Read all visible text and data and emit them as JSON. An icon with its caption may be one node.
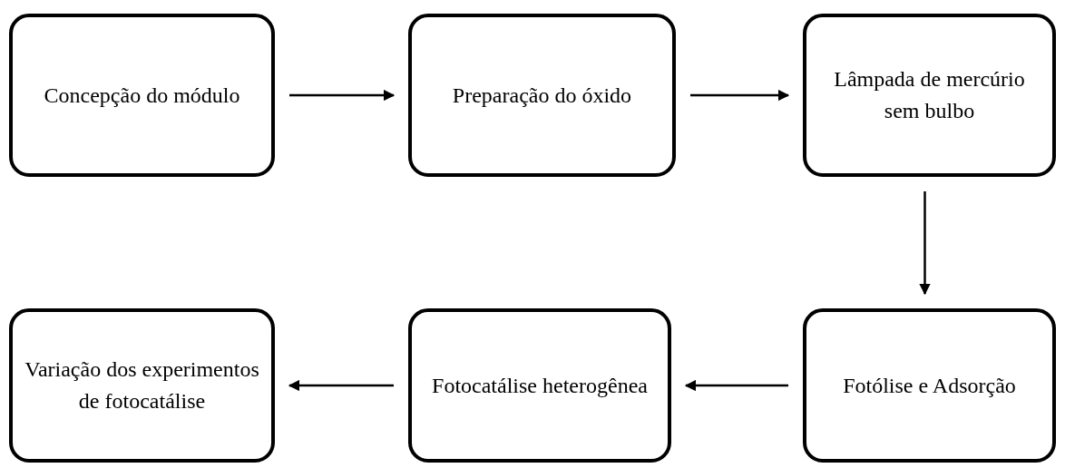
{
  "diagram": {
    "nodes": [
      {
        "text": [
          "Concepção do módulo"
        ]
      },
      {
        "text": [
          "Preparação do óxido"
        ]
      },
      {
        "text": [
          "Lâmpada de mercúrio sem bulbo"
        ]
      },
      {
        "text": [
          "Fotólise e Adsorção"
        ]
      },
      {
        "text": [
          "Fotocatálise heterogênea"
        ]
      },
      {
        "text": [
          "Variação dos experimentos de fotocatálise"
        ]
      }
    ],
    "edges": [
      {
        "from": 0,
        "to": 1,
        "arrow": "to"
      },
      {
        "from": 1,
        "to": 2,
        "arrow": "to"
      },
      {
        "from": 2,
        "to": 3,
        "arrow": "to"
      },
      {
        "from": 3,
        "to": 4,
        "arrow": "to"
      },
      {
        "from": 4,
        "to": 5,
        "arrow": "to"
      }
    ]
  }
}
